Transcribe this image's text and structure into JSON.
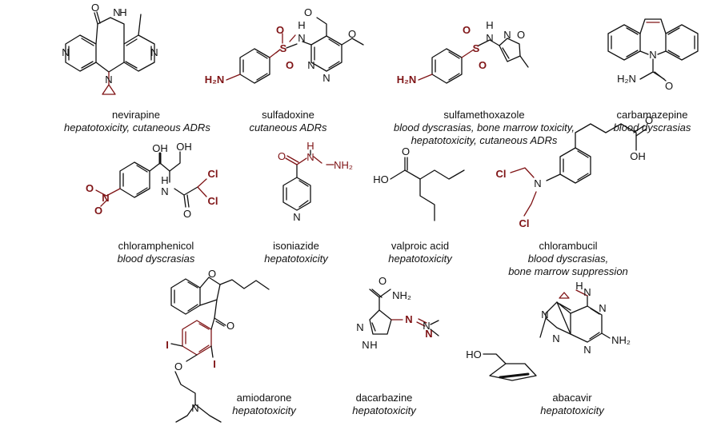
{
  "accent_color": "#7f1416",
  "compounds": [
    {
      "name": "nevirapine",
      "effects": [
        "hepatotoxicity, cutaneous ADRs"
      ],
      "atoms": [
        "O",
        "N",
        "H",
        "N",
        "N",
        "N"
      ]
    },
    {
      "name": "sulfadoxine",
      "effects": [
        "cutaneous ADRs"
      ],
      "atoms": [
        "H₂N",
        "S",
        "O",
        "O",
        "H",
        "N",
        "N",
        "N",
        "O",
        "O"
      ]
    },
    {
      "name": "sulfamethoxazole",
      "effects": [
        "blood dyscrasias, bone marrow toxicity,",
        "hepatotoxicity, cutaneous ADRs"
      ],
      "atoms": [
        "H₂N",
        "S",
        "O",
        "O",
        "H",
        "N",
        "N",
        "O"
      ]
    },
    {
      "name": "carbamazepine",
      "effects": [
        "blood dyscrasias"
      ],
      "atoms": [
        "N",
        "H₂N",
        "O"
      ]
    },
    {
      "name": "chloramphenicol",
      "effects": [
        "blood dyscrasias"
      ],
      "atoms": [
        "OH",
        "OH",
        "O",
        "N",
        "O",
        "H",
        "N",
        "Cl",
        "Cl",
        "O"
      ]
    },
    {
      "name": "isoniazide",
      "effects": [
        "hepatotoxicity"
      ],
      "atoms": [
        "H",
        "N",
        "NH₂",
        "O",
        "N"
      ]
    },
    {
      "name": "valproic acid",
      "effects": [
        "hepatotoxicity"
      ],
      "atoms": [
        "O",
        "HO"
      ]
    },
    {
      "name": "chlorambucil",
      "effects": [
        "blood dyscrasias,",
        "bone marrow suppression"
      ],
      "atoms": [
        "O",
        "OH",
        "Cl",
        "N",
        "Cl"
      ]
    },
    {
      "name": "amiodarone",
      "effects": [
        "hepatotoxicity"
      ],
      "atoms": [
        "O",
        "O",
        "I",
        "I",
        "O",
        "N"
      ]
    },
    {
      "name": "dacarbazine",
      "effects": [
        "hepatotoxicity"
      ],
      "atoms": [
        "O",
        "NH₂",
        "N",
        "N",
        "H",
        "N",
        "N",
        "N"
      ]
    },
    {
      "name": "abacavir",
      "effects": [
        "hepatotoxicity"
      ],
      "atoms": [
        "H",
        "N",
        "N",
        "N",
        "N",
        "N",
        "NH₂",
        "HO"
      ]
    }
  ]
}
